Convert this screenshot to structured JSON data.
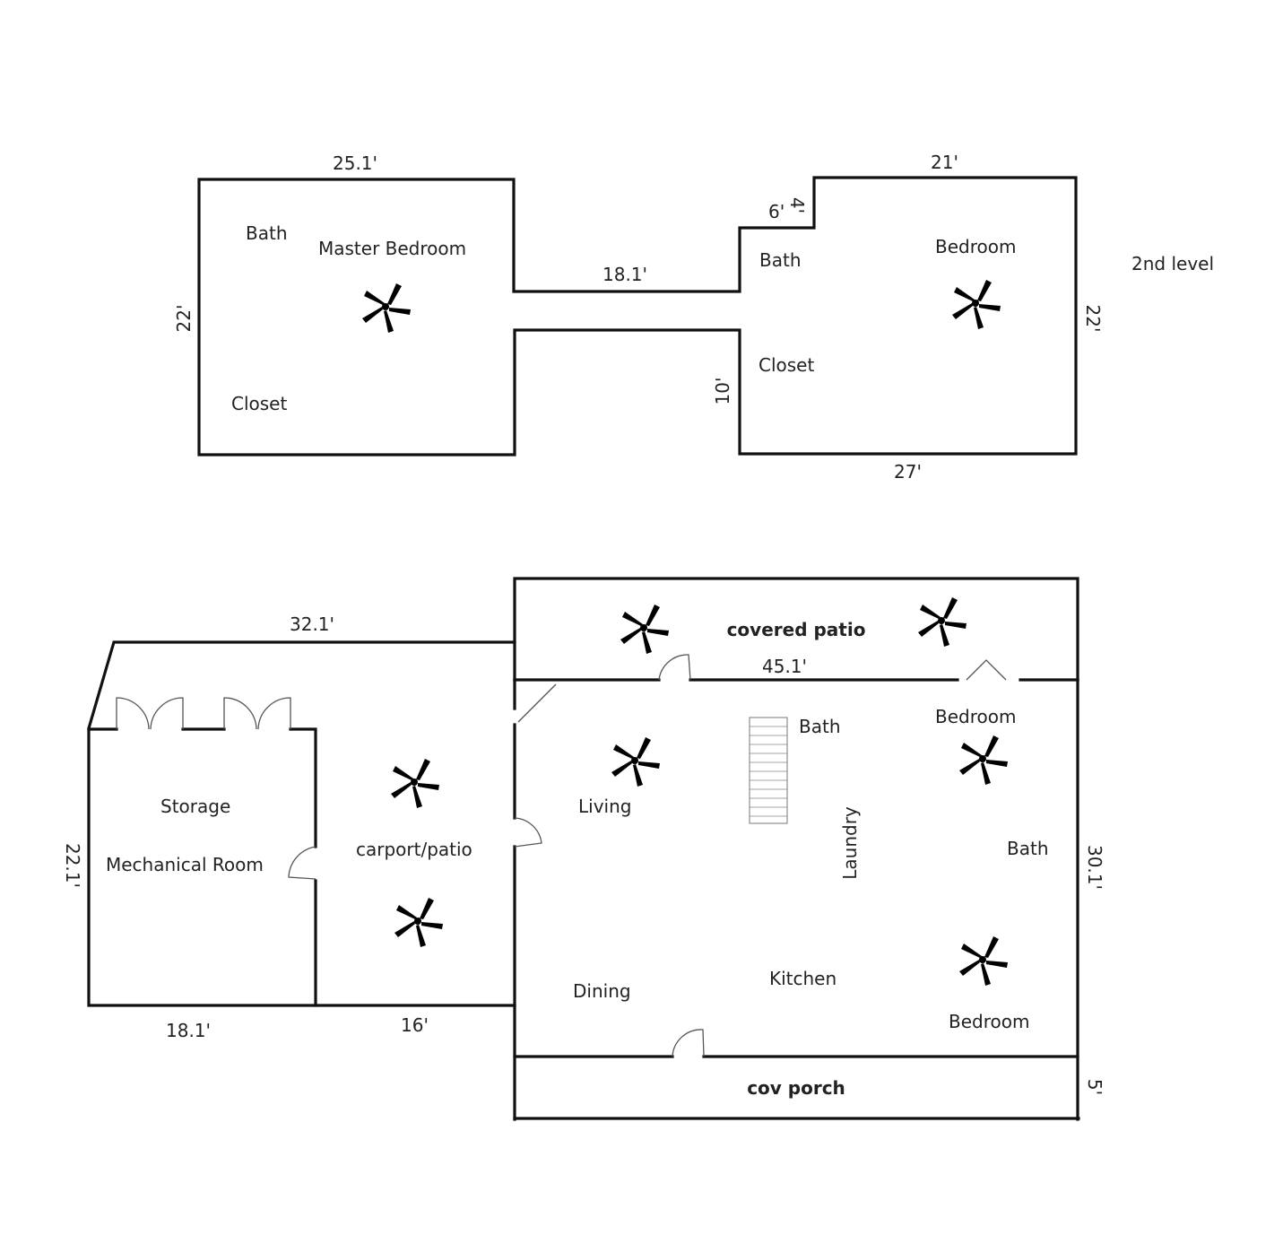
{
  "level_label": "2nd level",
  "upper": {
    "rooms": {
      "master_bath": "Bath",
      "master_bedroom": "Master Bedroom",
      "master_closet": "Closet",
      "east_bath": "Bath",
      "east_bedroom": "Bedroom",
      "east_closet": "Closet"
    },
    "dims": {
      "master_width": "25.1'",
      "master_height": "22'",
      "connector_length": "18.1'",
      "step_h": "6'",
      "step_v": "4'",
      "east_top": "21'",
      "east_right": "22'",
      "east_left_lower": "10'",
      "east_bottom": "27'"
    }
  },
  "lower": {
    "rooms": {
      "covered_patio": "covered patio",
      "bath_top": "Bath",
      "bedroom_top": "Bedroom",
      "living": "Living",
      "laundry": "Laundry",
      "bath_right": "Bath",
      "dining": "Dining",
      "kitchen": "Kitchen",
      "bedroom_bottom": "Bedroom",
      "cov_porch": "cov porch",
      "storage": "Storage",
      "mechanical_room": "Mechanical Room",
      "carport_patio": "carport/patio"
    },
    "dims": {
      "outbuilding_top": "32.1'",
      "house_width": "45.1'",
      "outbuilding_left": "22.1'",
      "house_right": "30.1'",
      "storage_bottom": "18.1'",
      "carport_bottom": "16'",
      "porch_depth": "5'"
    }
  }
}
